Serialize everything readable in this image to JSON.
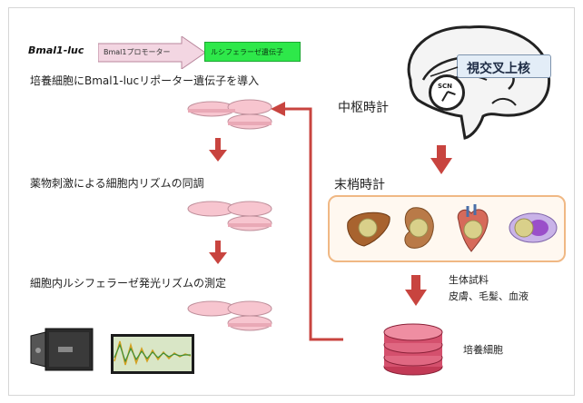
{
  "top_construct": {
    "gene_label": "Bmal1-luc",
    "promoter_label": "Bmal1プロモーター",
    "luciferase_label": "ルシフェラーゼ遺伝子"
  },
  "steps": [
    "培養細胞にBmal1-lucリポーター遺伝子を導入",
    "薬物刺激による細胞内リズムの同調",
    "細胞内ルシフェラーゼ発光リズムの測定"
  ],
  "brain": {
    "central_clock": "中枢時計",
    "scn_box": "視交叉上核",
    "scn_abbrev": "SCN"
  },
  "peripheral": {
    "label": "末梢時計",
    "sample_title": "生体試料",
    "sample_items": "皮膚、毛髪、血液",
    "culture_label": "培養細胞"
  },
  "colors": {
    "arrow": "#c8443f",
    "organ_border": "#f0b884",
    "luc_green": "#2ee84a",
    "promoter_pink": "#f3d6e2"
  }
}
